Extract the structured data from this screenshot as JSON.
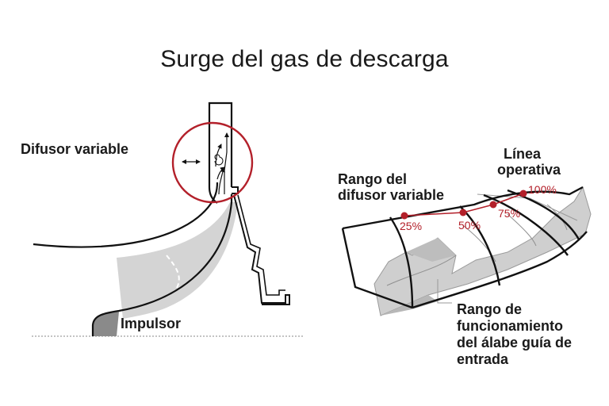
{
  "title": "Surge del gas de descarga",
  "labels": {
    "difusor_variable": "Difusor variable",
    "impulsor": "Impulsor",
    "linea_operativa": [
      "Línea",
      "operativa"
    ],
    "rango_difusor": [
      "Rango del",
      "difusor variable"
    ],
    "rango_alabe": [
      "Rango de",
      "funcionamiento",
      "del álabe guía de",
      "entrada"
    ]
  },
  "percent_markers": [
    "25%",
    "50%",
    "75%",
    "100%"
  ],
  "colors": {
    "accent": "#b3202a",
    "outline": "#111111",
    "fill_light": "#d4d4d4",
    "fill_dark": "#8a8a8a"
  },
  "icons": [
    "double-arrow-icon",
    "swirl-icon",
    "flow-arrow-icon"
  ]
}
